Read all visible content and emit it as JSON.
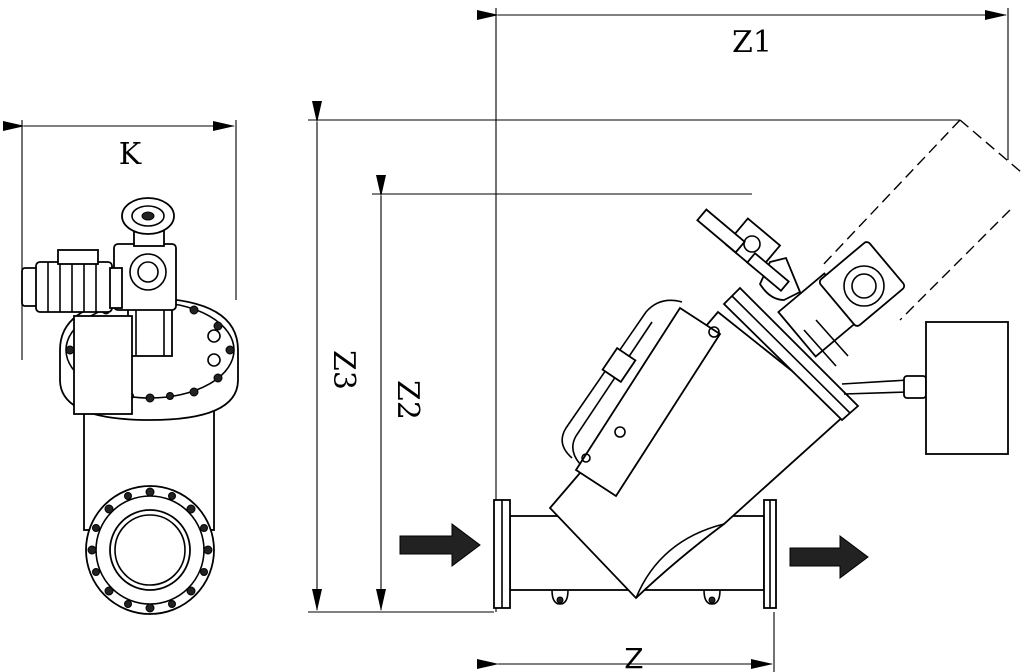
{
  "dimensions": {
    "z1": "Z1",
    "z2": "Z2",
    "z3": "Z3",
    "k": "K",
    "z": "Z"
  },
  "colors": {
    "line": "#000000",
    "arrow_fill": "#222222",
    "background": "#ffffff"
  },
  "icons": {
    "inlet": "flow-in-arrow-icon",
    "outlet": "flow-out-arrow-icon"
  }
}
